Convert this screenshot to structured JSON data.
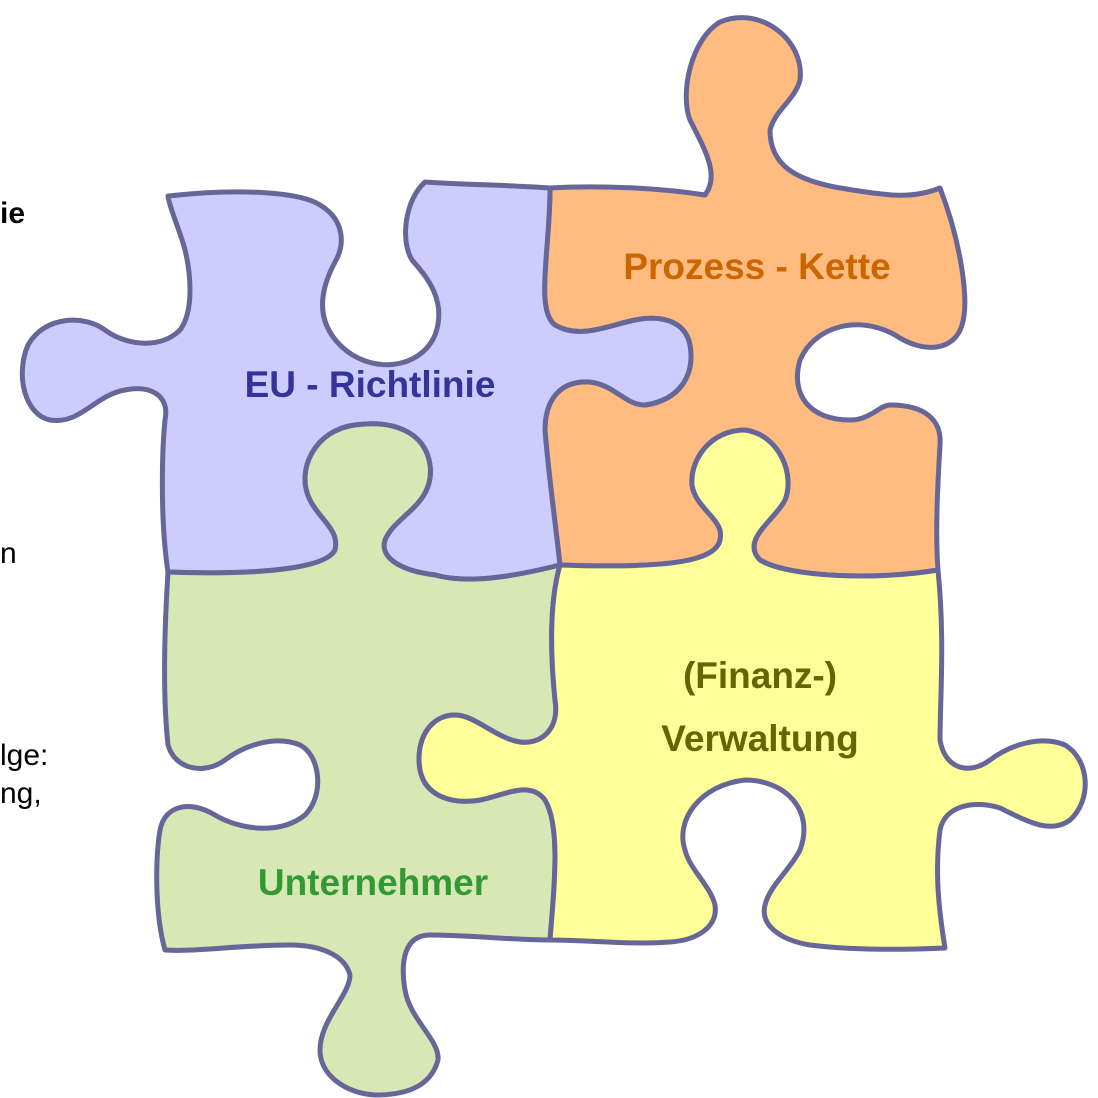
{
  "side_text": {
    "fragment_1": "ie",
    "fragment_2": "n",
    "fragment_3": "lge:",
    "fragment_4": "ng,"
  },
  "pieces": {
    "eu": {
      "label": "EU - Richtlinie",
      "fill": "#ccccff",
      "text_color": "#333399"
    },
    "prozess": {
      "label": "Prozess - Kette",
      "fill": "#ffbb80",
      "text_color": "#cc6600"
    },
    "unternehmer": {
      "label": "Unternehmer",
      "fill": "#d8e8b4",
      "text_color": "#339933"
    },
    "verwaltung": {
      "label_line_1": "(Finanz-)",
      "label_line_2": "Verwaltung",
      "fill": "#ffff99",
      "text_color": "#666600"
    }
  },
  "outline_color": "#666699"
}
